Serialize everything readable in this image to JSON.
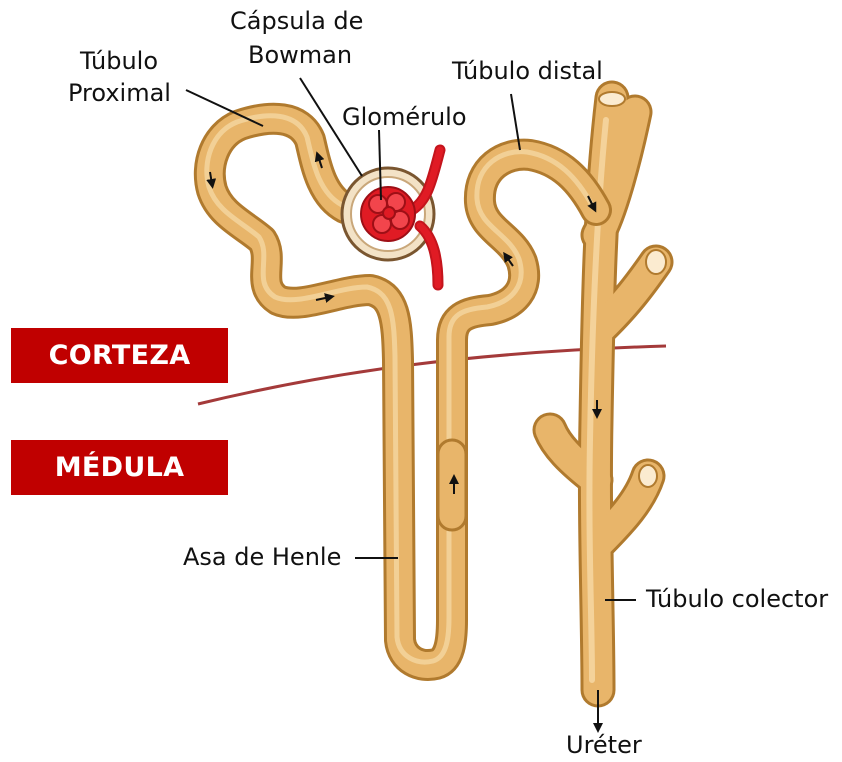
{
  "colors": {
    "tubule_fill": "#E8B56A",
    "tubule_edge": "#B07A2E",
    "glomerulus": "#E01B24",
    "capsule": "#F3E2C6",
    "boundary_line": "#A43A3A",
    "region_tag_bg": "#C00000"
  },
  "labels": {
    "tubulo_proximal_line1": "Túbulo",
    "tubulo_proximal_line2": "Proximal",
    "capsula_line1": "Cápsula de",
    "capsula_line2": "Bowman",
    "glomerulo": "Glomérulo",
    "tubulo_distal": "Túbulo distal",
    "asa_de_henle": "Asa de Henle",
    "tubulo_colector": "Túbulo colector",
    "ureter": "Uréter"
  },
  "regions": {
    "corteza": "CORTEZA",
    "medula": "MÉDULA"
  }
}
